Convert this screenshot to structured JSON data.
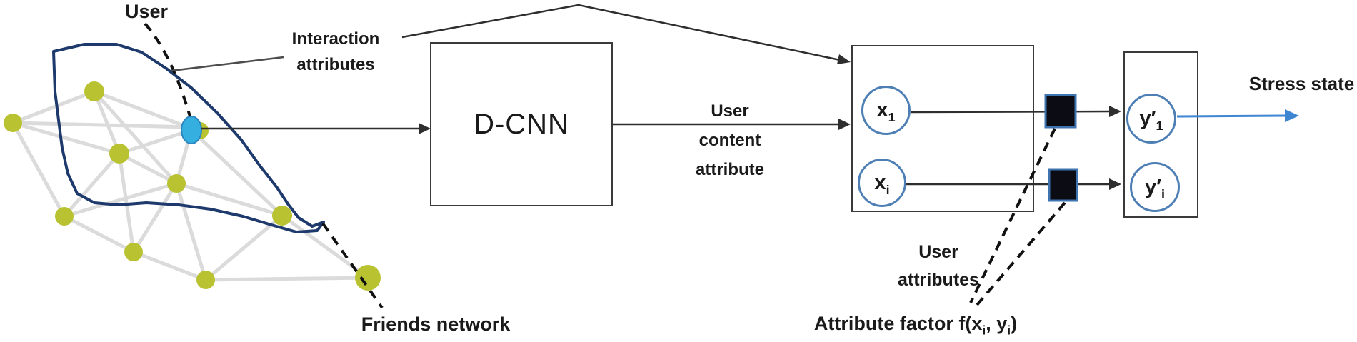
{
  "labels": {
    "user": "User",
    "interaction": {
      "line1": "Interaction",
      "line2": "attributes"
    },
    "friends_network": "Friends network",
    "dcnn": "D-CNN",
    "user_content": {
      "line1": "User",
      "line2": "content",
      "line3": "attribute"
    },
    "user_attributes": {
      "line1": "User",
      "line2": "attributes"
    },
    "stress_state": "Stress state",
    "attribute_factor": {
      "pre": "Attribute factor f(x",
      "sub1": "i",
      "mid": ", y",
      "sub2": "i",
      "post": ")"
    }
  },
  "units": {
    "x1": {
      "base": "x",
      "sub": "1"
    },
    "xi": {
      "base": "x",
      "sub": "i"
    },
    "y1": {
      "base": "y′",
      "sub": "1"
    },
    "yi": {
      "base": "y′",
      "sub": "i"
    }
  },
  "colors": {
    "node_olive": "#b9c230",
    "node_blue": "#35aee0",
    "node_blue_stroke": "#2b86c0",
    "outline_navy": "#1e3a6d",
    "edge_gray": "#d8d8d8",
    "circle_stroke": "#4d7fb5",
    "square_fill": "#0c0c14",
    "square_stroke": "#3e74b0",
    "arrow_black": "#2e2e2e",
    "arrow_blue": "#3f86d2"
  }
}
